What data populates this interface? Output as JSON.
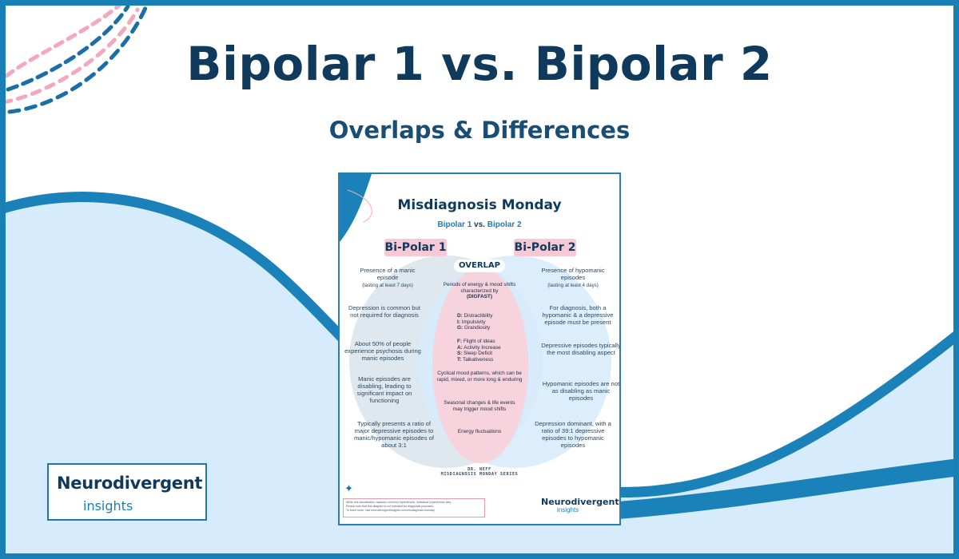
{
  "header": {
    "title": "Bipolar 1 vs. Bipolar 2",
    "subtitle": "Overlaps & Differences"
  },
  "colors": {
    "frame": "#1880b5",
    "title": "#0f3a5c",
    "wave_light": "#d6ebfb",
    "pink": "#f6c9d4"
  },
  "card": {
    "title": "Misdiagnosis Monday",
    "subtitle_left": "Bipolar 1",
    "subtitle_vs": "vs.",
    "subtitle_right": "Bipolar 2",
    "bp1_label": "Bi-Polar 1",
    "bp2_label": "Bi-Polar 2",
    "overlap_label": "OVERLAP",
    "bp1_items": [
      {
        "text": "Presence of a manic episode",
        "note": "(lasting at least 7 days)"
      },
      {
        "text": "Depression is common but not required for diagnosis"
      },
      {
        "text": "About 50% of people experience psychosis during manic episodes"
      },
      {
        "text": "Manic episodes are disabling, leading to significant impact on functioning"
      },
      {
        "text": "Typically presents a ratio of major depressive episodes to manic/hypomanic episodes of about 3:1"
      }
    ],
    "bp2_items": [
      {
        "text": "Presence of hypomanic episodes",
        "note": "(lasting at least 4 days)"
      },
      {
        "text": "For diagnosis, both a hypomanic & a depressive episode must be present"
      },
      {
        "text": "Depressive episodes typically the most disabling aspect"
      },
      {
        "text": "Hypomanic episodes are not as disabling as manic episodes"
      },
      {
        "text": "Depression dominant, with a ratio of 39:1 depressive episodes to hypomanic episodes"
      }
    ],
    "overlap_intro": "Periods of energy & mood shifts characterized by",
    "overlap_acronym": "(DIGFAST)",
    "digfast_group1": [
      {
        "letter": "D:",
        "text": "Distractibility"
      },
      {
        "letter": "I:",
        "text": "Impulsivity"
      },
      {
        "letter": "G:",
        "text": "Grandiosity"
      }
    ],
    "digfast_group2": [
      {
        "letter": "F:",
        "text": "Flight of ideas"
      },
      {
        "letter": "A:",
        "text": "Activity Increase"
      },
      {
        "letter": "S:",
        "text": "Sleep Deficit"
      },
      {
        "letter": "T:",
        "text": "Talkativeness"
      }
    ],
    "overlap_items": [
      "Cyclical mood patterns, which can be rapid, mixed, or more long & enduring",
      "Seasonal changes & life events may trigger mood shifts",
      "Energy fluctuations"
    ],
    "author_line1": "DR. NEFF",
    "author_line2": "MISDIAGNOSIS MONDAY SERIES",
    "disclaimer_lines": [
      "While this visualization captures common experiences, individual experiences vary.",
      "Please note that this diagram is not intended for diagnostic purposes.",
      "To learn more, visit neurodivergentinsights.com/misdiagnosis-monday"
    ],
    "logo_line1": "Neurodivergent",
    "logo_line2": "insights"
  },
  "brand": {
    "line1": "Neurodivergent",
    "line2": "insights"
  }
}
